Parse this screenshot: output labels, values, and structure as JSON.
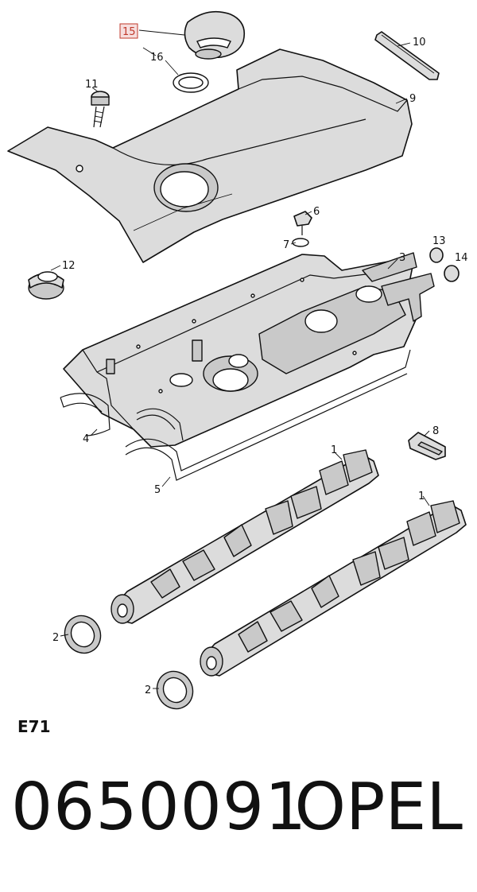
{
  "diagram": {
    "callouts": [
      {
        "id": "15",
        "label": "15",
        "highlighted": true
      },
      {
        "id": "16",
        "label": "16"
      },
      {
        "id": "10",
        "label": "10"
      },
      {
        "id": "11",
        "label": "11"
      },
      {
        "id": "9",
        "label": "9"
      },
      {
        "id": "6",
        "label": "6"
      },
      {
        "id": "7",
        "label": "7"
      },
      {
        "id": "3",
        "label": "3"
      },
      {
        "id": "13",
        "label": "13"
      },
      {
        "id": "14",
        "label": "14"
      },
      {
        "id": "12",
        "label": "12"
      },
      {
        "id": "4",
        "label": "4"
      },
      {
        "id": "5",
        "label": "5"
      },
      {
        "id": "8",
        "label": "8"
      },
      {
        "id": "1a",
        "label": "1"
      },
      {
        "id": "1b",
        "label": "1"
      },
      {
        "id": "2a",
        "label": "2"
      },
      {
        "id": "2b",
        "label": "2"
      }
    ],
    "highlight_color": "#c0392b"
  },
  "footer": {
    "code": "E71",
    "part_number": "0650091",
    "brand": "OPEL"
  }
}
